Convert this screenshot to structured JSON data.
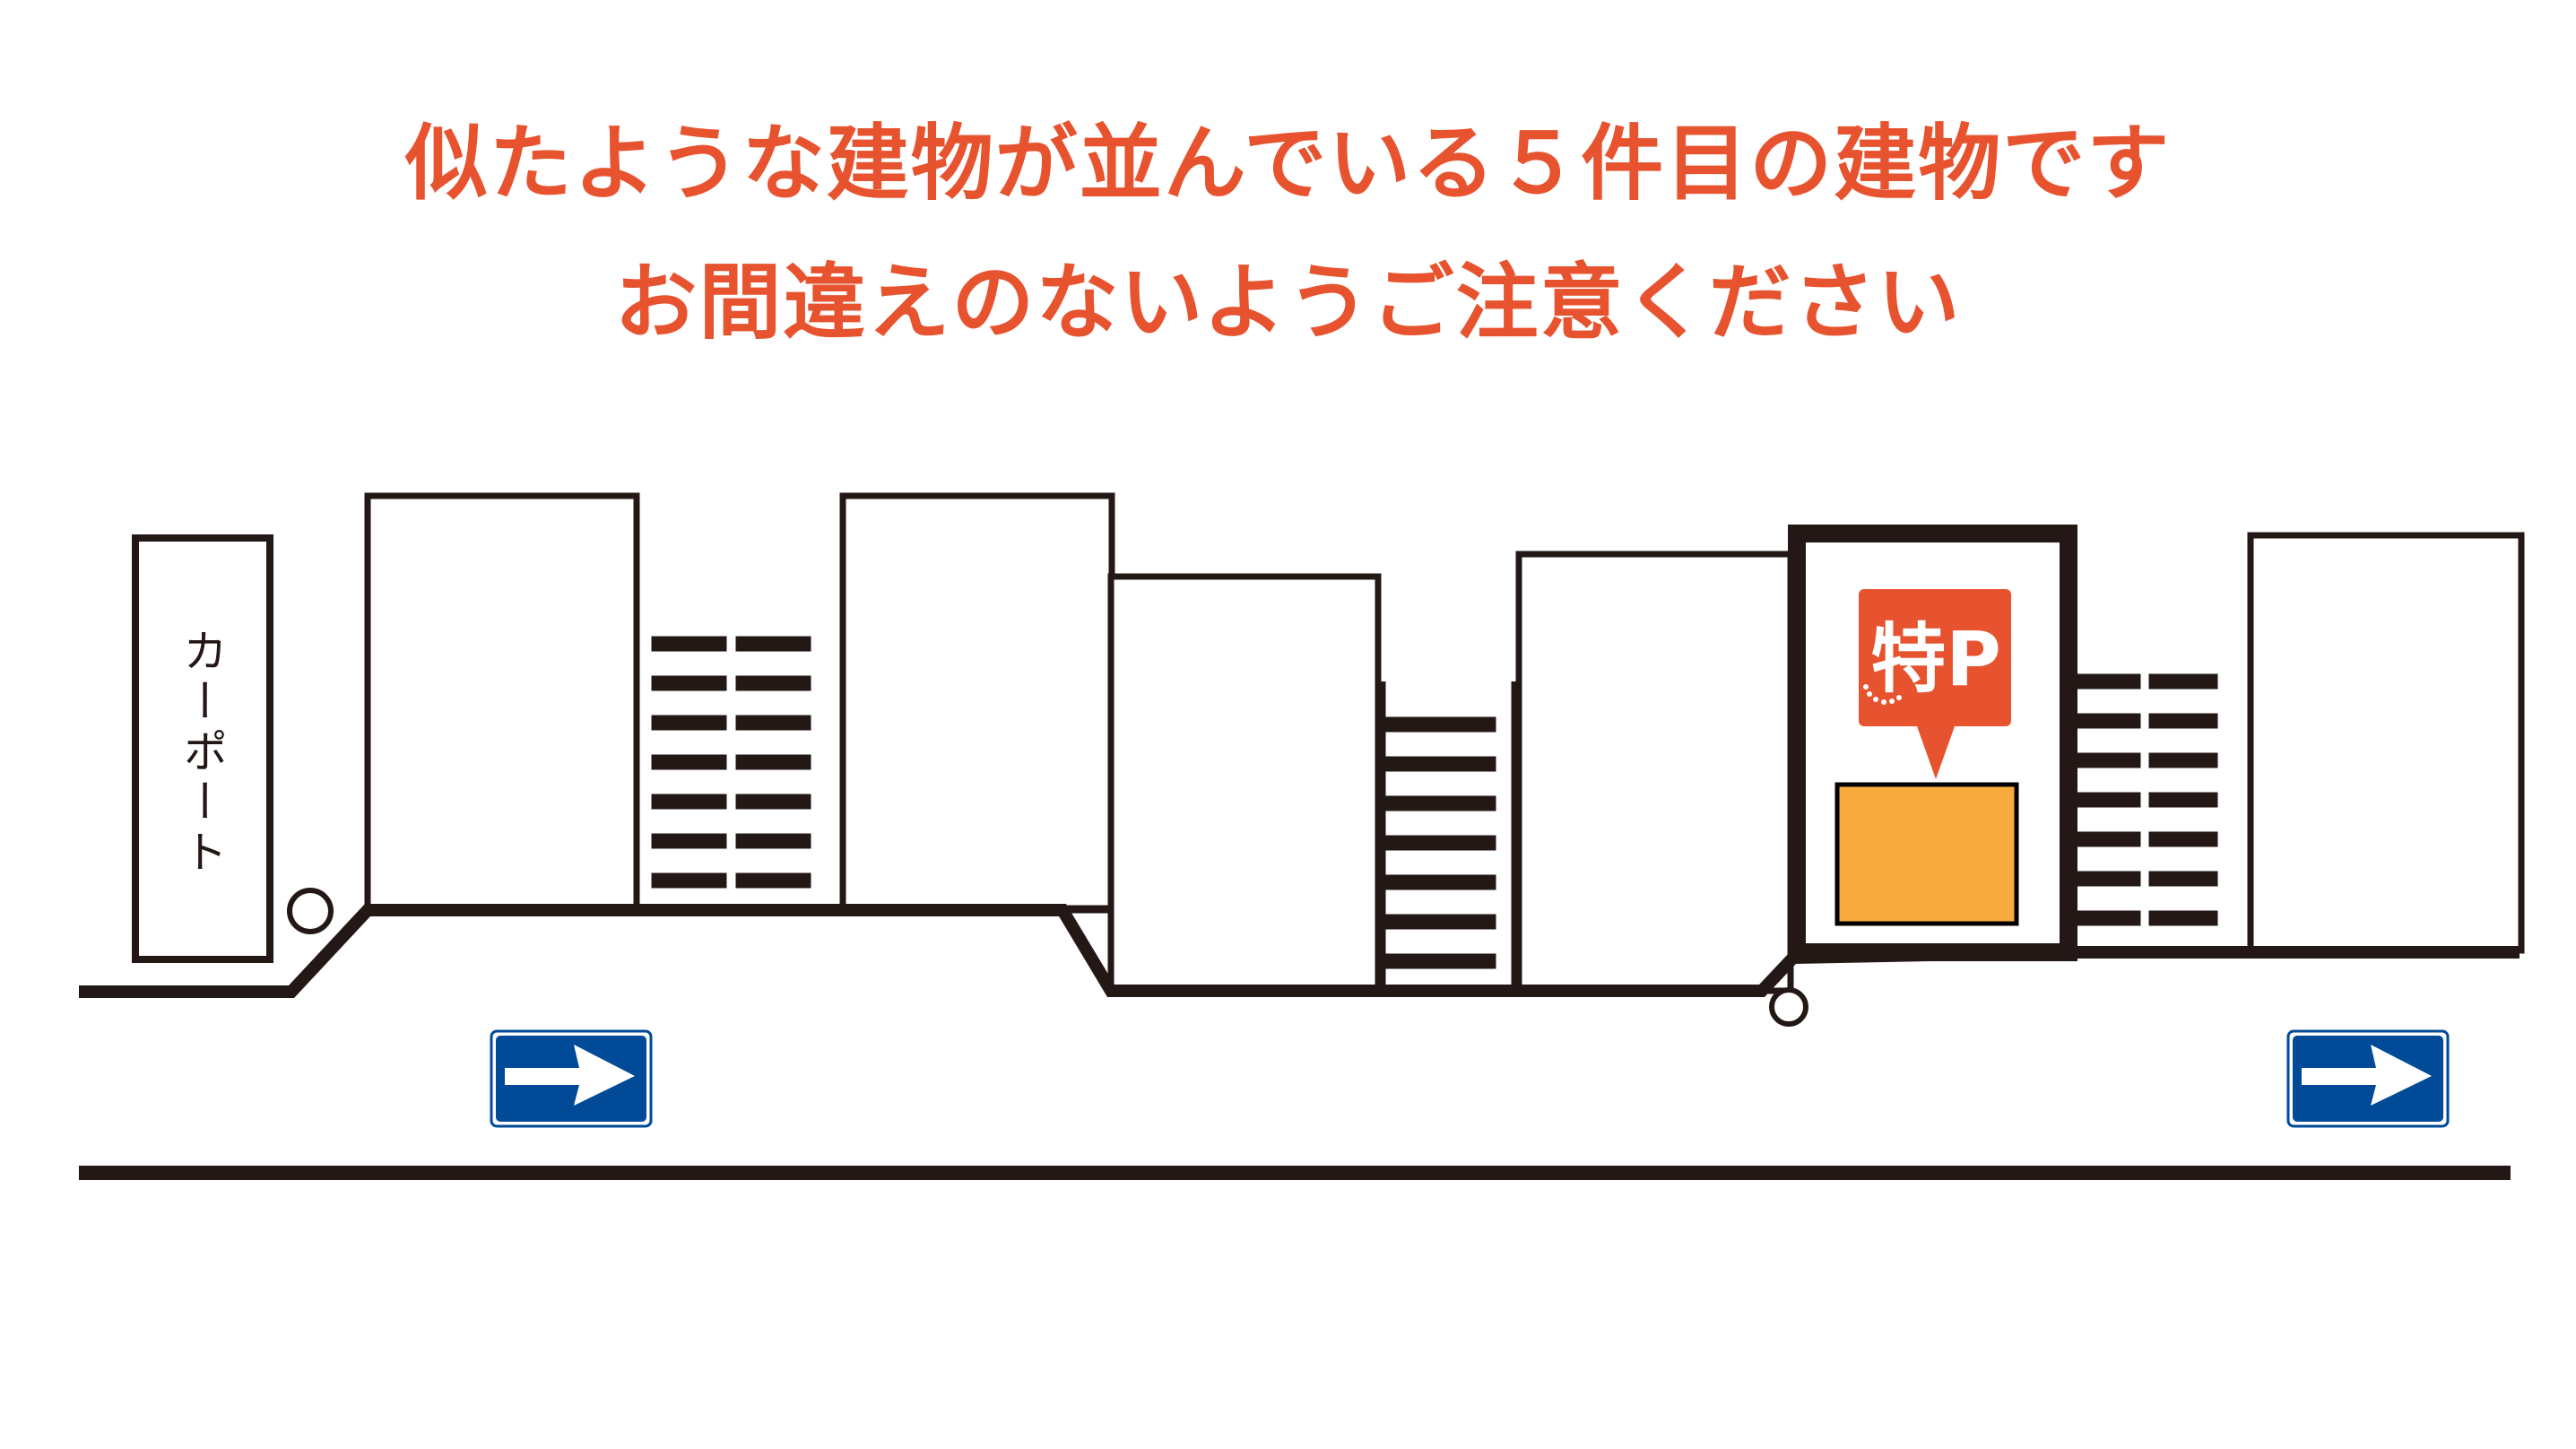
{
  "headline": {
    "line1": "似たような建物が並んでいる５件目の建物です",
    "line2": "お間違えのないようご注意ください"
  },
  "map": {
    "carport_label": "カーポート",
    "target_building_index": 5,
    "parking_pin": {
      "label": "特P",
      "icon": "parking-pin-icon",
      "color": "#e8532f"
    },
    "parking_spot_color": "#f6ab3c",
    "one_way_signs": [
      {
        "icon": "one-way-arrow-right-icon",
        "direction": "right",
        "color": "#004a98"
      },
      {
        "icon": "one-way-arrow-right-icon",
        "direction": "right",
        "color": "#004a98"
      }
    ],
    "utility_poles": [
      {
        "icon": "utility-pole-circle-icon"
      },
      {
        "icon": "utility-pole-circle-icon"
      }
    ],
    "colors": {
      "line": "#231815",
      "headline": "#e8532f"
    }
  }
}
